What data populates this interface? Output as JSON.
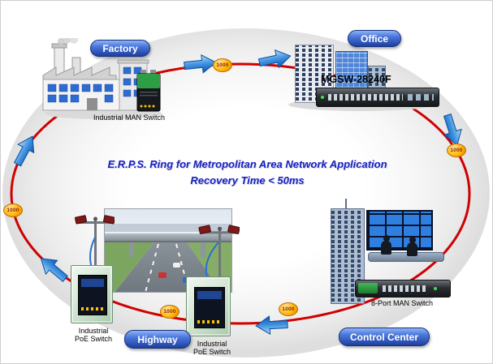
{
  "title": {
    "line1": "E.R.P.S. Ring for Metropolitan Area Network Application",
    "line2": "Recovery Time < 50ms"
  },
  "ring": {
    "speed": "1000",
    "color": "#d10000",
    "direction": "clockwise"
  },
  "sites": {
    "factory": {
      "label": "Factory",
      "device_label": "Industrial MAN Switch"
    },
    "office": {
      "label": "Office",
      "device_label": "MGSW-28240F"
    },
    "control_center": {
      "label": "Control Center",
      "device_label": "8-Port MAN Switch"
    },
    "highway": {
      "label": "Highway",
      "left_device": {
        "line1": "Industrial",
        "line2": "PoE Switch"
      },
      "right_device": {
        "line1": "Industrial",
        "line2": "PoE Switch"
      }
    }
  },
  "colors": {
    "ring": "#d10000",
    "arrow": "#2f7fd0",
    "pill": "#2d5bd0",
    "title_text": "#1a1fbe",
    "speed_badge": "#ffb400"
  }
}
